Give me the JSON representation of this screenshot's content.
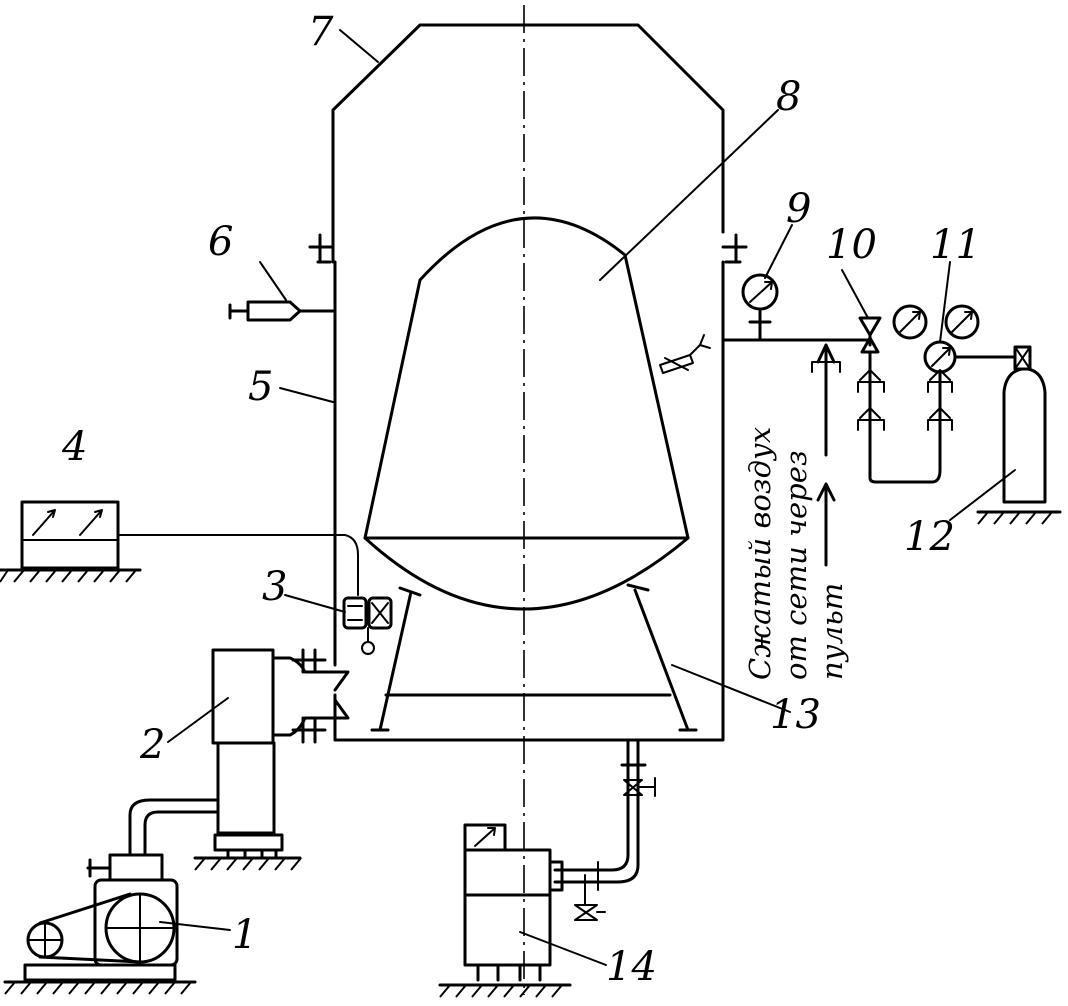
{
  "figure": {
    "callouts": [
      {
        "id": "1",
        "label": "1"
      },
      {
        "id": "2",
        "label": "2"
      },
      {
        "id": "3",
        "label": "3"
      },
      {
        "id": "4",
        "label": "4"
      },
      {
        "id": "5",
        "label": "5"
      },
      {
        "id": "6",
        "label": "6"
      },
      {
        "id": "7",
        "label": "7"
      },
      {
        "id": "8",
        "label": "8"
      },
      {
        "id": "9",
        "label": "9"
      },
      {
        "id": "10",
        "label": "10"
      },
      {
        "id": "11",
        "label": "11"
      },
      {
        "id": "12",
        "label": "12"
      },
      {
        "id": "13",
        "label": "13"
      },
      {
        "id": "14",
        "label": "14"
      }
    ],
    "note": {
      "line1": "Сжатый воздух",
      "line2": "от сети через",
      "line3": "пульт"
    }
  }
}
